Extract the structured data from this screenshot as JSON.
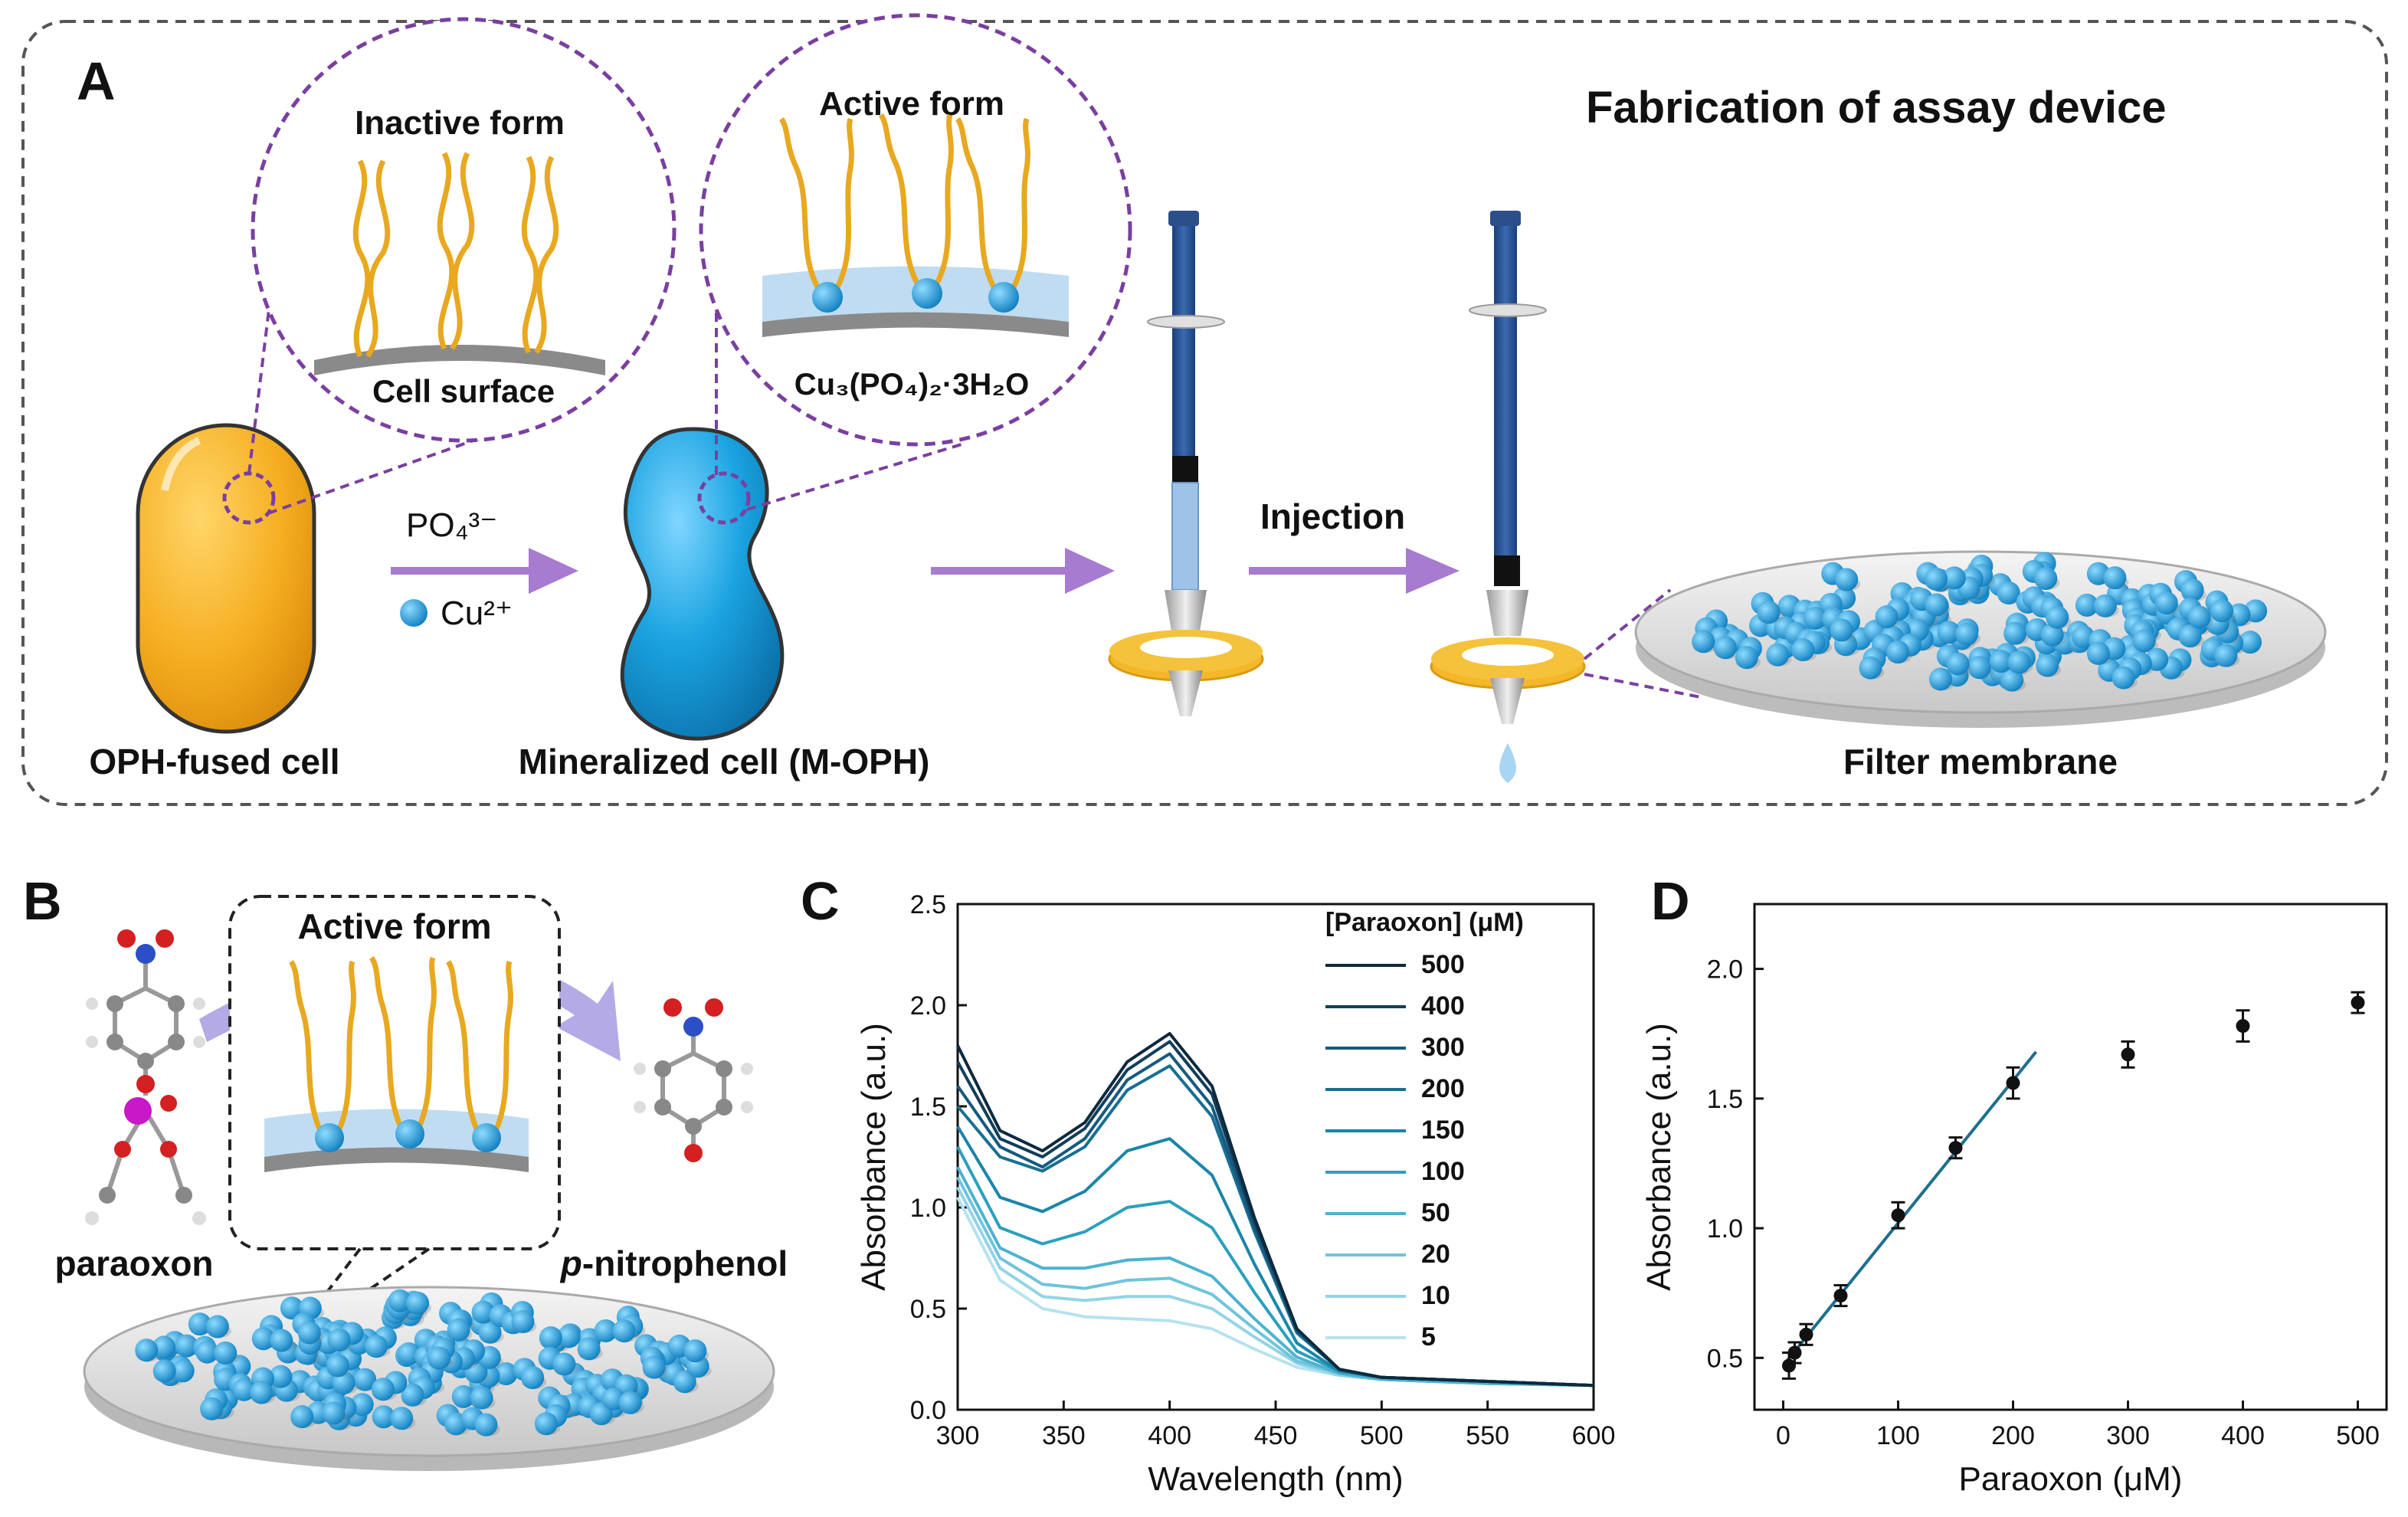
{
  "panel_a": {
    "letter": "A",
    "title": "Fabrication of assay device",
    "inactive_label": "Inactive form",
    "active_label": "Active form",
    "cell_surface_label": "Cell surface",
    "mineral_formula": "Cu₃(PO₄)₂·3H₂O",
    "phosphate_label": "PO₄³⁻",
    "copper_label": "Cu²⁺",
    "injection_label": "Injection",
    "oph_cell_label": "OPH-fused cell",
    "mineralized_cell_label": "Mineralized cell (M-OPH)",
    "filter_label": "Filter membrane"
  },
  "panel_b": {
    "letter": "B",
    "active_label": "Active form",
    "substrate_label": "paraoxon",
    "product_prefix": "p",
    "product_suffix": "-nitrophenol"
  },
  "colors": {
    "cell_orange": "#f5ad1f",
    "cell_blue": "#1aa3e0",
    "arrow_purple": "#a67bd0",
    "hair_gold": "#e8a820",
    "dashed_purple": "#7a3fa0"
  },
  "chart_data": [
    {
      "panel": "C",
      "type": "line",
      "xlabel": "Wavelength (nm)",
      "ylabel": "Absorbance (a.u.)",
      "xlim": [
        300,
        600
      ],
      "ylim": [
        0,
        2.5
      ],
      "xticks": [
        "300",
        "350",
        "400",
        "450",
        "500",
        "550",
        "600"
      ],
      "yticks": [
        "0.0",
        "0.5",
        "1.0",
        "1.5",
        "2.0",
        "2.5"
      ],
      "legend_title": "[Paraoxon] (μM)",
      "legend_position": "top-right",
      "x": [
        300,
        320,
        340,
        360,
        380,
        400,
        420,
        440,
        460,
        480,
        500,
        550,
        600
      ],
      "series": [
        {
          "name": "500",
          "color": "#0d2a3e",
          "values": [
            1.8,
            1.38,
            1.28,
            1.42,
            1.72,
            1.86,
            1.6,
            0.95,
            0.4,
            0.2,
            0.16,
            0.14,
            0.12
          ]
        },
        {
          "name": "400",
          "color": "#123e5a",
          "values": [
            1.72,
            1.34,
            1.25,
            1.39,
            1.68,
            1.82,
            1.56,
            0.93,
            0.4,
            0.2,
            0.16,
            0.14,
            0.12
          ]
        },
        {
          "name": "300",
          "color": "#155a80",
          "values": [
            1.6,
            1.3,
            1.2,
            1.34,
            1.63,
            1.76,
            1.5,
            0.9,
            0.39,
            0.2,
            0.16,
            0.14,
            0.12
          ]
        },
        {
          "name": "200",
          "color": "#186f93",
          "values": [
            1.5,
            1.25,
            1.18,
            1.3,
            1.58,
            1.7,
            1.45,
            0.88,
            0.38,
            0.2,
            0.16,
            0.14,
            0.12
          ]
        },
        {
          "name": "150",
          "color": "#1a86a8",
          "values": [
            1.4,
            1.05,
            0.98,
            1.08,
            1.28,
            1.34,
            1.16,
            0.72,
            0.33,
            0.19,
            0.16,
            0.14,
            0.12
          ]
        },
        {
          "name": "100",
          "color": "#2aa0bd",
          "values": [
            1.3,
            0.9,
            0.82,
            0.88,
            1.0,
            1.03,
            0.9,
            0.58,
            0.29,
            0.19,
            0.16,
            0.14,
            0.12
          ]
        },
        {
          "name": "50",
          "color": "#4db3cf",
          "values": [
            1.2,
            0.8,
            0.7,
            0.7,
            0.74,
            0.75,
            0.66,
            0.45,
            0.26,
            0.18,
            0.15,
            0.13,
            0.12
          ]
        },
        {
          "name": "20",
          "color": "#6fc4dc",
          "values": [
            1.15,
            0.75,
            0.62,
            0.6,
            0.64,
            0.65,
            0.57,
            0.4,
            0.24,
            0.18,
            0.15,
            0.13,
            0.12
          ]
        },
        {
          "name": "10",
          "color": "#93d4e6",
          "values": [
            1.1,
            0.7,
            0.56,
            0.54,
            0.56,
            0.56,
            0.5,
            0.36,
            0.23,
            0.17,
            0.15,
            0.13,
            0.12
          ]
        },
        {
          "name": "5",
          "color": "#b7e2ef",
          "values": [
            1.05,
            0.64,
            0.5,
            0.46,
            0.45,
            0.44,
            0.4,
            0.3,
            0.21,
            0.17,
            0.15,
            0.13,
            0.12
          ]
        }
      ]
    },
    {
      "panel": "D",
      "type": "scatter",
      "xlabel": "Paraoxon (μM)",
      "ylabel": "Absorbance (a.u.)",
      "xlim": [
        -25,
        525
      ],
      "ylim": [
        0.3,
        2.25
      ],
      "xticks": [
        "0",
        "100",
        "200",
        "300",
        "400",
        "500"
      ],
      "yticks": [
        "0.5",
        "1.0",
        "1.5",
        "2.0"
      ],
      "points": [
        {
          "x": 5,
          "y": 0.47,
          "err": 0.05
        },
        {
          "x": 10,
          "y": 0.52,
          "err": 0.04
        },
        {
          "x": 20,
          "y": 0.59,
          "err": 0.04
        },
        {
          "x": 50,
          "y": 0.74,
          "err": 0.04
        },
        {
          "x": 100,
          "y": 1.05,
          "err": 0.05
        },
        {
          "x": 150,
          "y": 1.31,
          "err": 0.04
        },
        {
          "x": 200,
          "y": 1.56,
          "err": 0.06
        },
        {
          "x": 300,
          "y": 1.67,
          "err": 0.05
        },
        {
          "x": 400,
          "y": 1.78,
          "err": 0.06
        },
        {
          "x": 500,
          "y": 1.87,
          "err": 0.04
        }
      ],
      "fit_line": {
        "x": [
          0,
          220
        ],
        "y": [
          0.47,
          1.68
        ],
        "color": "#1d6f8e"
      }
    }
  ]
}
